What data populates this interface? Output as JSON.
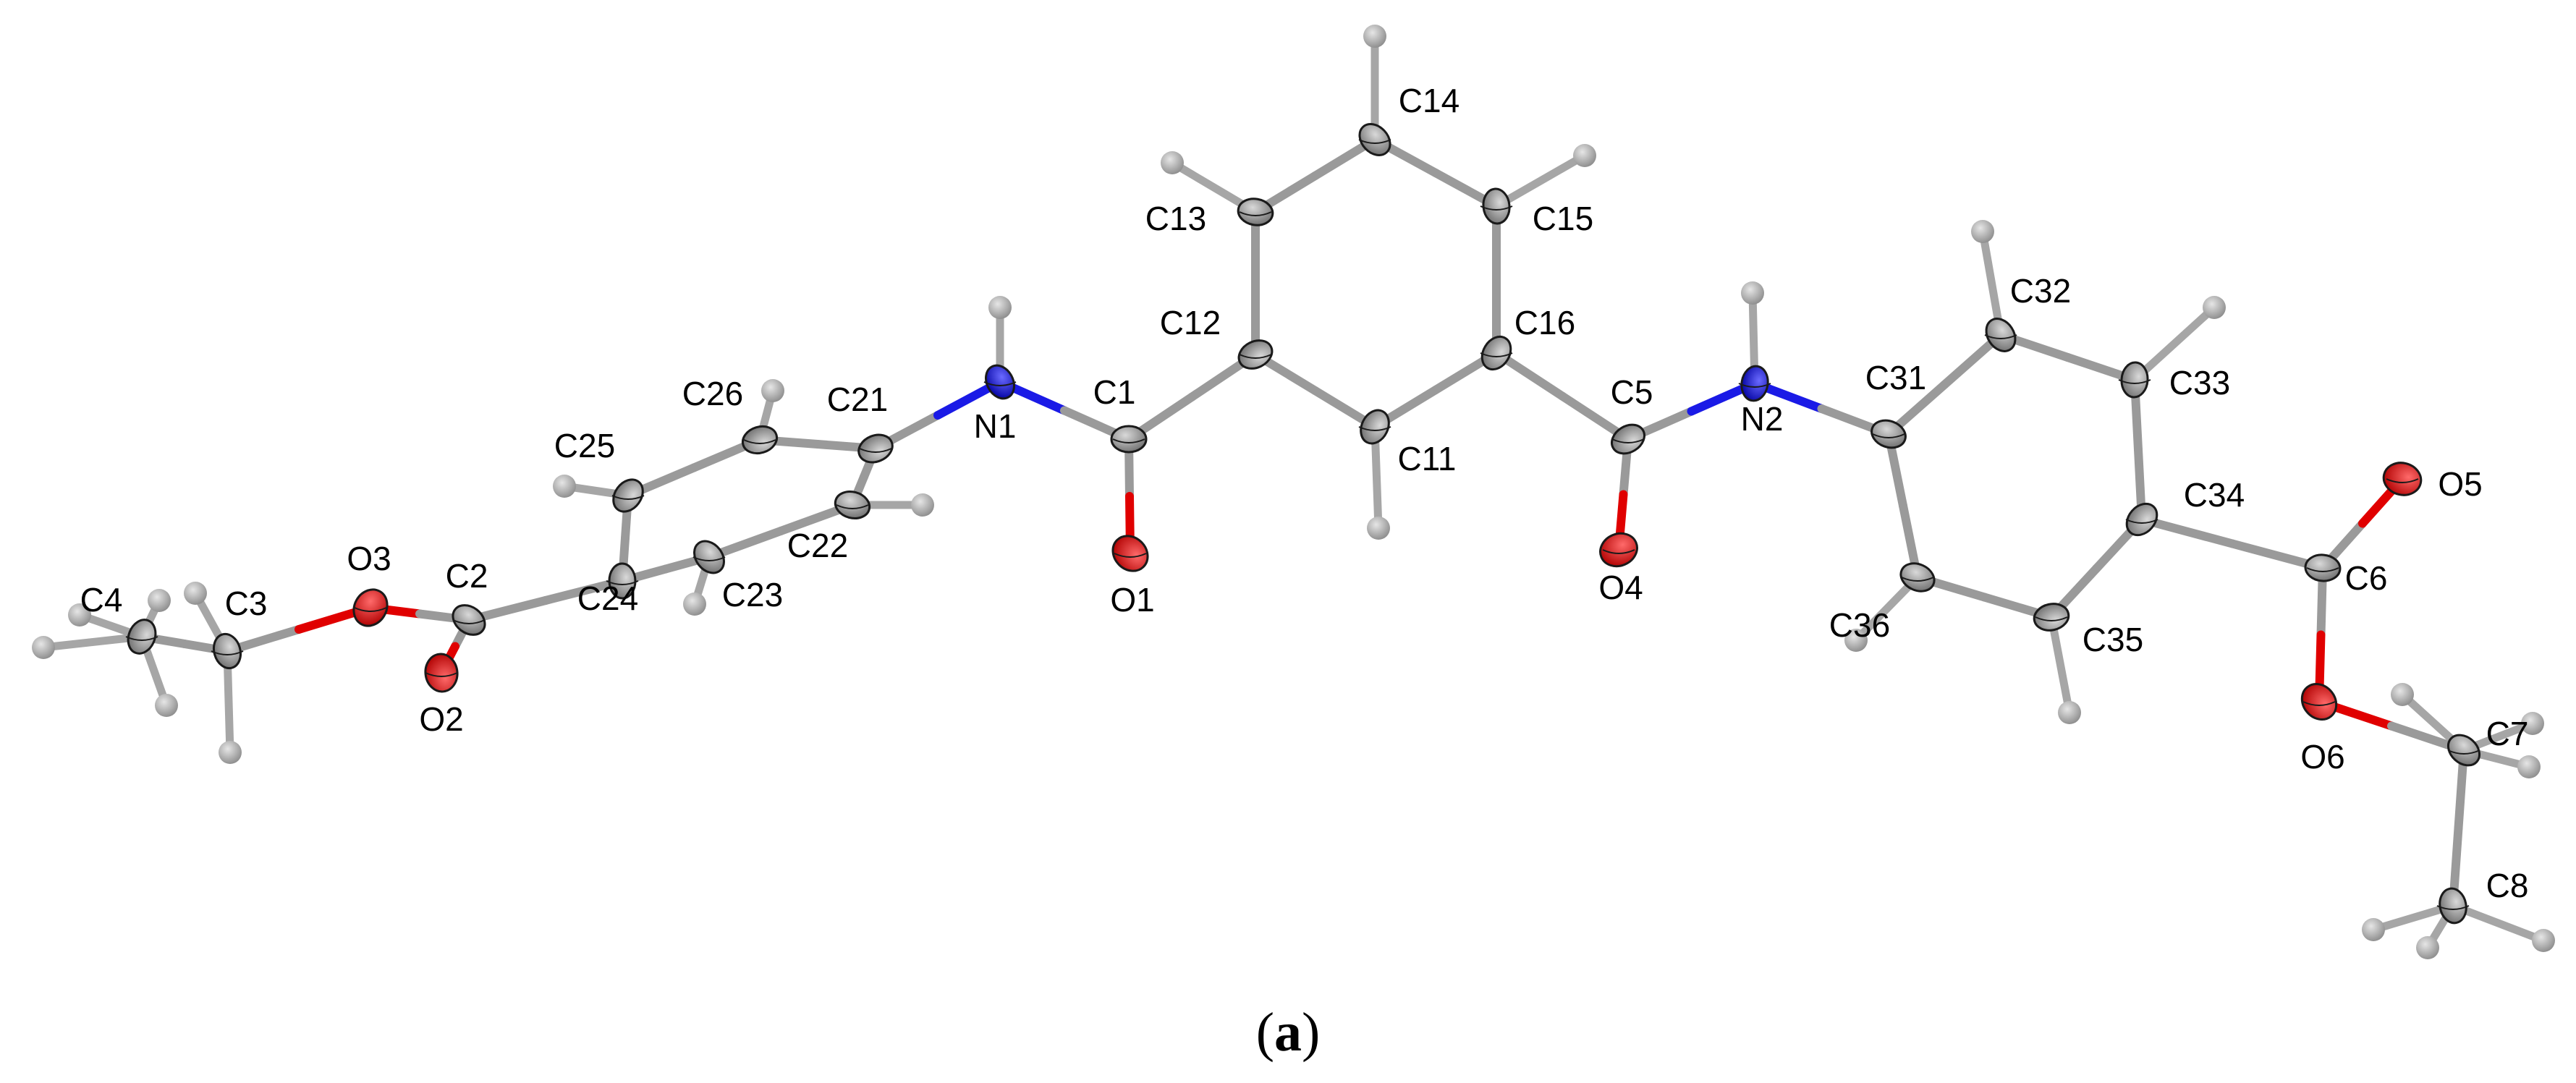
{
  "caption": {
    "open": "(",
    "letter": "a",
    "close": ")"
  },
  "colors": {
    "carbon": "#8c8c8c",
    "oxygen": "#e00000",
    "nitrogen": "#1a1ae6",
    "hydrogen": "#a6a6a6",
    "bond": "#9a9a9a"
  },
  "atoms": [
    {
      "id": "C1",
      "label": "C1",
      "element": "C"
    },
    {
      "id": "C2",
      "label": "C2",
      "element": "C"
    },
    {
      "id": "C3",
      "label": "C3",
      "element": "C"
    },
    {
      "id": "C4",
      "label": "C4",
      "element": "C"
    },
    {
      "id": "C5",
      "label": "C5",
      "element": "C"
    },
    {
      "id": "C6",
      "label": "C6",
      "element": "C"
    },
    {
      "id": "C7",
      "label": "C7",
      "element": "C"
    },
    {
      "id": "C8",
      "label": "C8",
      "element": "C"
    },
    {
      "id": "C11",
      "label": "C11",
      "element": "C"
    },
    {
      "id": "C12",
      "label": "C12",
      "element": "C"
    },
    {
      "id": "C13",
      "label": "C13",
      "element": "C"
    },
    {
      "id": "C14",
      "label": "C14",
      "element": "C"
    },
    {
      "id": "C15",
      "label": "C15",
      "element": "C"
    },
    {
      "id": "C16",
      "label": "C16",
      "element": "C"
    },
    {
      "id": "C21",
      "label": "C21",
      "element": "C"
    },
    {
      "id": "C22",
      "label": "C22",
      "element": "C"
    },
    {
      "id": "C23",
      "label": "C23",
      "element": "C"
    },
    {
      "id": "C24",
      "label": "C24",
      "element": "C"
    },
    {
      "id": "C25",
      "label": "C25",
      "element": "C"
    },
    {
      "id": "C26",
      "label": "C26",
      "element": "C"
    },
    {
      "id": "C31",
      "label": "C31",
      "element": "C"
    },
    {
      "id": "C32",
      "label": "C32",
      "element": "C"
    },
    {
      "id": "C33",
      "label": "C33",
      "element": "C"
    },
    {
      "id": "C34",
      "label": "C34",
      "element": "C"
    },
    {
      "id": "C35",
      "label": "C35",
      "element": "C"
    },
    {
      "id": "C36",
      "label": "C36",
      "element": "C"
    },
    {
      "id": "N1",
      "label": "N1",
      "element": "N"
    },
    {
      "id": "N2",
      "label": "N2",
      "element": "N"
    },
    {
      "id": "O1",
      "label": "O1",
      "element": "O"
    },
    {
      "id": "O2",
      "label": "O2",
      "element": "O"
    },
    {
      "id": "O3",
      "label": "O3",
      "element": "O"
    },
    {
      "id": "O4",
      "label": "O4",
      "element": "O"
    },
    {
      "id": "O5",
      "label": "O5",
      "element": "O"
    },
    {
      "id": "O6",
      "label": "O6",
      "element": "O"
    }
  ],
  "bonds": [
    [
      "C4",
      "C3"
    ],
    [
      "C3",
      "O3"
    ],
    [
      "O3",
      "C2"
    ],
    [
      "C2",
      "O2"
    ],
    [
      "C2",
      "C24"
    ],
    [
      "C24",
      "C25"
    ],
    [
      "C25",
      "C26"
    ],
    [
      "C26",
      "C21"
    ],
    [
      "C21",
      "C22"
    ],
    [
      "C22",
      "C23"
    ],
    [
      "C23",
      "C24"
    ],
    [
      "C21",
      "N1"
    ],
    [
      "N1",
      "C1"
    ],
    [
      "C1",
      "O1"
    ],
    [
      "C1",
      "C12"
    ],
    [
      "C12",
      "C13"
    ],
    [
      "C13",
      "C14"
    ],
    [
      "C14",
      "C15"
    ],
    [
      "C15",
      "C16"
    ],
    [
      "C16",
      "C11"
    ],
    [
      "C11",
      "C12"
    ],
    [
      "C16",
      "C5"
    ],
    [
      "C5",
      "O4"
    ],
    [
      "C5",
      "N2"
    ],
    [
      "N2",
      "C31"
    ],
    [
      "C31",
      "C32"
    ],
    [
      "C32",
      "C33"
    ],
    [
      "C33",
      "C34"
    ],
    [
      "C34",
      "C35"
    ],
    [
      "C35",
      "C36"
    ],
    [
      "C36",
      "C31"
    ],
    [
      "C34",
      "C6"
    ],
    [
      "C6",
      "O5"
    ],
    [
      "C6",
      "O6"
    ],
    [
      "O6",
      "C7"
    ],
    [
      "C7",
      "C8"
    ]
  ]
}
